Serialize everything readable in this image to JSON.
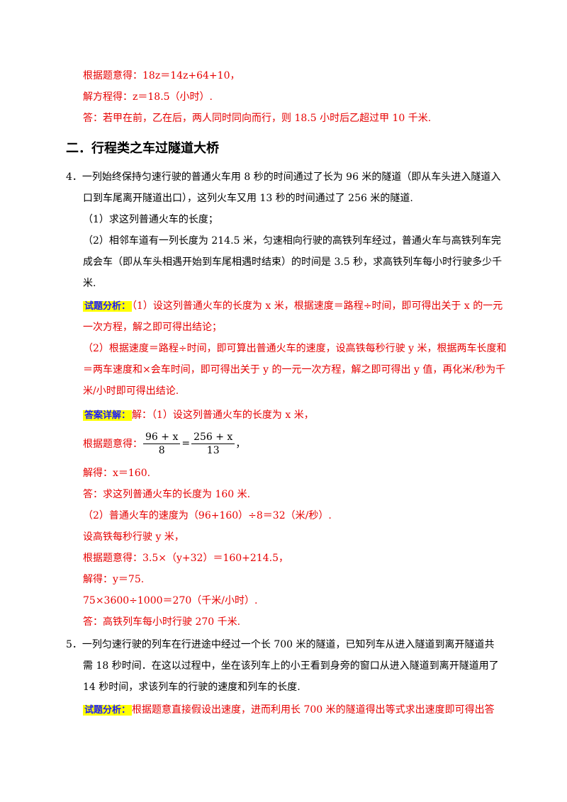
{
  "prev": {
    "l1": "根据题意得：18z＝14z+64+10，",
    "l2": "解方程得：z＝18.5（小时）.",
    "l3": "答：若甲在前，乙在后，两人同时同向而行，则 18.5 小时后乙超过甲 10 千米."
  },
  "section": {
    "title": "二．行程类之车过隧道大桥"
  },
  "q4": {
    "l1": "4．一列始终保持匀速行驶的普通火车用 8 秒的时间通过了长为 96 米的隧道（即从车头进入隧道入",
    "l2": "口到车尾离开隧道出口），这列火车又用 13 秒的时间通过了 256 米的隧道.",
    "l3": "（1）求这列普通火车的长度；",
    "l4": "（2）相邻车道有一列长度为 214.5 米，匀速相向行驶的高铁列车经过，普通火车与高铁列车完",
    "l5": "成会车（即从车头相遇开始到车尾相遇时结束）的时间是 3.5 秒，求高铁列车每小时行驶多少千",
    "l6": "米.",
    "analysis_tag": "试题分析：",
    "a1": "（1）设这列普通火车的长度为 x 米，根据速度＝路程÷时间，即可得出关于 x 的一元",
    "a2": "一次方程，解之即可得出结论；",
    "a3": "（2）根据速度＝路程÷时间，即可算出普通火车的速度，设高铁每秒行驶 y 米，根据两车长度和",
    "a4": "＝两车速度和×会车时间，即可得出关于 y 的一元一次方程，解之即可得出 y 值，再化米/秒为千",
    "a5": "米/小时即可得出结论.",
    "answer_tag": "答案详解：",
    "s1": "解：（1）设这列普通火车的长度为 x 米，",
    "s2_prefix": "根据题意得：",
    "frac1_num": "96 + x",
    "frac1_den": "8",
    "eq_sign": "=",
    "frac2_num": "256 + x",
    "frac2_den": "13",
    "s2_suffix": "，",
    "s3": "解得：x＝160.",
    "s4": "答：求这列普通火车的长度为 160 米.",
    "s5": "（2）普通火车的速度为（96+160）÷8＝32（米/秒）.",
    "s6": "设高铁每秒行驶 y 米，",
    "s7": "根据题意得：3.5×（y+32）＝160+214.5，",
    "s8": "解得：y＝75.",
    "s9": "75×3600÷1000＝270（千米/小时）.",
    "s10": "答：高铁列车每小时行驶 270 千米."
  },
  "q5": {
    "l1": "5．一列匀速行驶的列车在行进途中经过一个长 700 米的隧道，已知列车从进入隧道到离开隧道共",
    "l2": "需 18 秒时间．在这以过程中，坐在该列车上的小王看到身旁的窗口从进入隧道到离开隧道用了",
    "l3": "14 秒时间，求该列车的行驶的速度和列车的长度.",
    "analysis_tag": "试题分析：",
    "a1": "根据题意直接假设出速度，进而利用长 700 米的隧道得出等式求出速度即可得出答"
  }
}
